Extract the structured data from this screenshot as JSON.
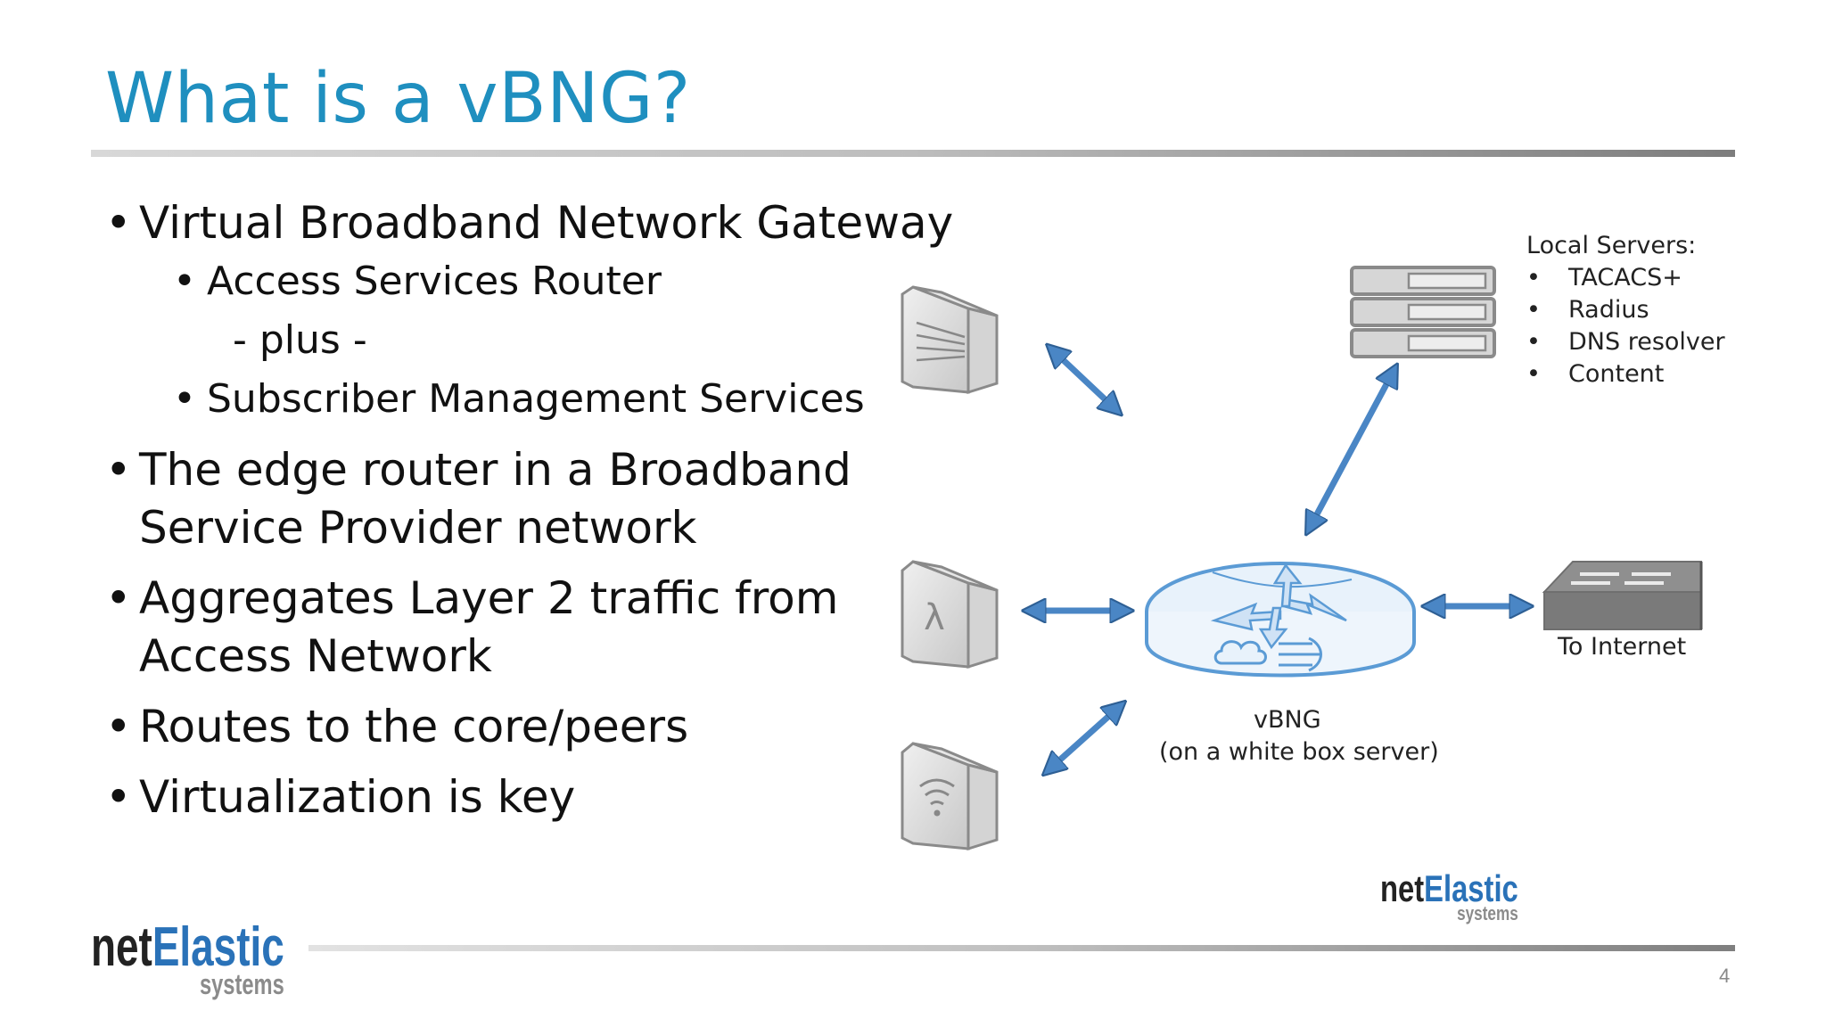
{
  "slide": {
    "title": "What is a vBNG?",
    "page_number": "4"
  },
  "bullets": {
    "b1": "Virtual Broadband Network Gateway",
    "b1_sub1": "Access Services Router",
    "b1_plus": "- plus -",
    "b1_sub2": "Subscriber Management Services",
    "b2_line1": "The edge router in a Broadband",
    "b2_line2": "Service Provider network",
    "b3_line1": "Aggregates Layer 2 traffic from",
    "b3_line2": "Access Network",
    "b4": "Routes to the core/peers",
    "b5": "Virtualization is key"
  },
  "diagram": {
    "servers_header": "Local Servers:",
    "servers": [
      "TACACS+",
      "Radius",
      "DNS resolver",
      "Content"
    ],
    "to_internet": "To Internet",
    "vbng_label": "vBNG",
    "vbng_sublabel": "(on a white box server)",
    "lambda_symbol": "λ",
    "icons": [
      "fiber-access-icon",
      "optical-lambda-icon",
      "wireless-access-icon",
      "server-stack-icon",
      "router-icon",
      "switch-icon"
    ]
  },
  "logo": {
    "net": "net",
    "elastic": "Elastic",
    "systems": "systems"
  },
  "colors": {
    "title": "#1f8fbf",
    "arrow": "#4a86c5",
    "logo_blue": "#2a72b8"
  }
}
